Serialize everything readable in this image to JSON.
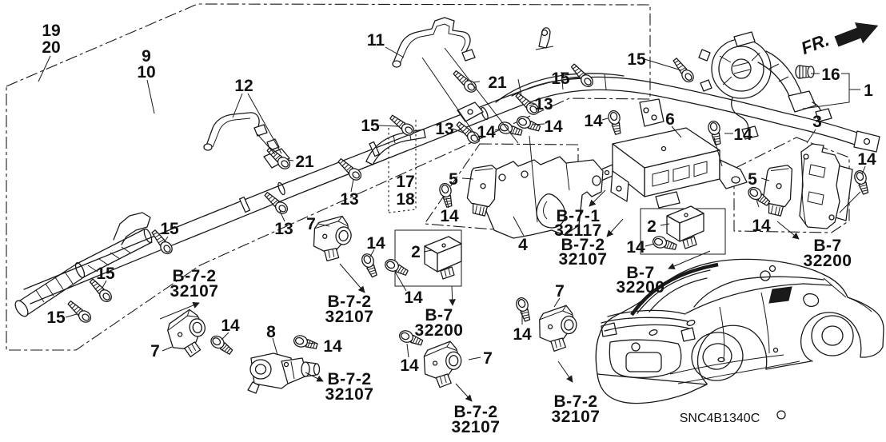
{
  "figure": {
    "diagram_code": "SNC4B1340C",
    "fr_label": "FR.",
    "ink_color": "#1a1a1a",
    "background": "#ffffff"
  },
  "callouts": {
    "n1": "1",
    "n2": "2",
    "n3": "3",
    "n4": "4",
    "n5": "5",
    "n6": "6",
    "n7": "7",
    "n8": "8",
    "n9": "9",
    "n10": "10",
    "n11": "11",
    "n12": "12",
    "n13": "13",
    "n14": "14",
    "n15": "15",
    "n16": "16",
    "n17": "17",
    "n18": "18",
    "n19": "19",
    "n20": "20",
    "n21": "21"
  },
  "refs": {
    "b7": "B-7",
    "b71": "B-7-1",
    "b72": "B-7-2",
    "c32107": "32107",
    "c32117": "32117",
    "c32200": "32200"
  }
}
